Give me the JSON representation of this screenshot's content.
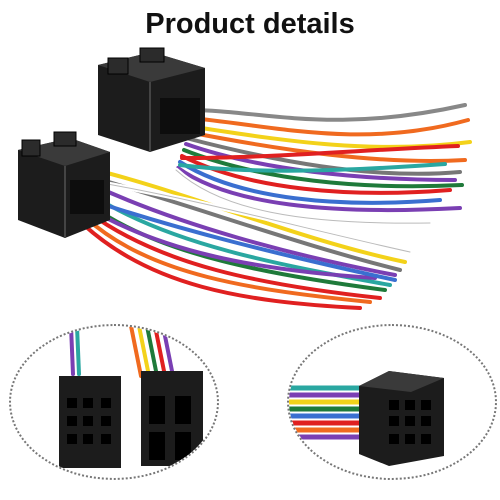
{
  "header": {
    "title": "Product details"
  },
  "product": {
    "wire_colors": [
      "#f06a1f",
      "#7a3fb3",
      "#e02020",
      "#1f7a3a",
      "#3a6fd0",
      "#f3d21a",
      "#777777",
      "#ffffff",
      "#111111",
      "#2aa7a1"
    ],
    "connector_color": "#1c1c1c"
  },
  "icons": {
    "upper_connector": "iso-connector-icon",
    "lower_connector": "iso-connector-icon",
    "left_detail": "connector-faces-closeup",
    "right_detail": "connector-side-closeup"
  }
}
